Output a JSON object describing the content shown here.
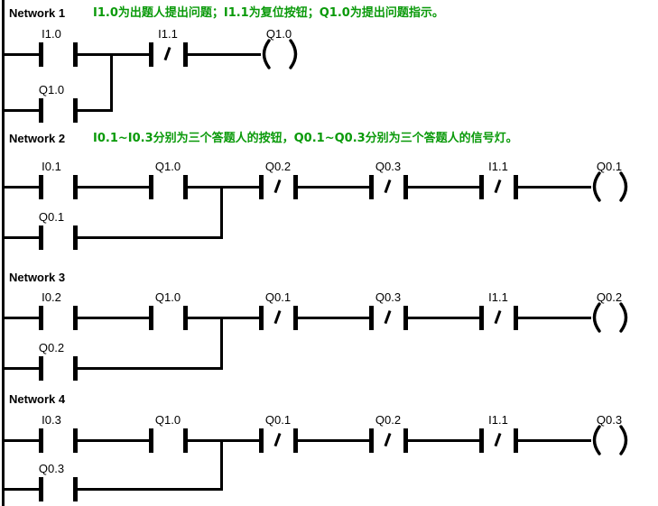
{
  "colors": {
    "line": "#000000",
    "comment_green": "#0a9a0a",
    "background": "#ffffff"
  },
  "networks": [
    {
      "label": "Network 1",
      "comment": "I1.0为出题人提出问题；I1.1为复位按钮；Q1.0为提出问题指示。",
      "contacts": [
        {
          "label": "I1.0",
          "type": "NO"
        },
        {
          "label": "I1.1",
          "type": "NC"
        }
      ],
      "coil": "Q1.0",
      "branch": {
        "contact": {
          "label": "Q1.0",
          "type": "NO"
        },
        "joins_after_contact": 0
      }
    },
    {
      "label": "Network 2",
      "comment": "I0.1~I0.3分别为三个答题人的按钮，Q0.1~Q0.3分别为三个答题人的信号灯。",
      "contacts": [
        {
          "label": "I0.1",
          "type": "NO"
        },
        {
          "label": "Q1.0",
          "type": "NO"
        },
        {
          "label": "Q0.2",
          "type": "NC"
        },
        {
          "label": "Q0.3",
          "type": "NC"
        },
        {
          "label": "I1.1",
          "type": "NC"
        }
      ],
      "coil": "Q0.1",
      "branch": {
        "contact": {
          "label": "Q0.1",
          "type": "NO"
        },
        "joins_after_contact": 1
      }
    },
    {
      "label": "Network 3",
      "comment": "",
      "contacts": [
        {
          "label": "I0.2",
          "type": "NO"
        },
        {
          "label": "Q1.0",
          "type": "NO"
        },
        {
          "label": "Q0.1",
          "type": "NC"
        },
        {
          "label": "Q0.3",
          "type": "NC"
        },
        {
          "label": "I1.1",
          "type": "NC"
        }
      ],
      "coil": "Q0.2",
      "branch": {
        "contact": {
          "label": "Q0.2",
          "type": "NO"
        },
        "joins_after_contact": 1
      }
    },
    {
      "label": "Network 4",
      "comment": "",
      "contacts": [
        {
          "label": "I0.3",
          "type": "NO"
        },
        {
          "label": "Q1.0",
          "type": "NO"
        },
        {
          "label": "Q0.1",
          "type": "NC"
        },
        {
          "label": "Q0.2",
          "type": "NC"
        },
        {
          "label": "I1.1",
          "type": "NC"
        }
      ],
      "coil": "Q0.3",
      "branch": {
        "contact": {
          "label": "Q0.3",
          "type": "NO"
        },
        "joins_after_contact": 1
      }
    }
  ]
}
